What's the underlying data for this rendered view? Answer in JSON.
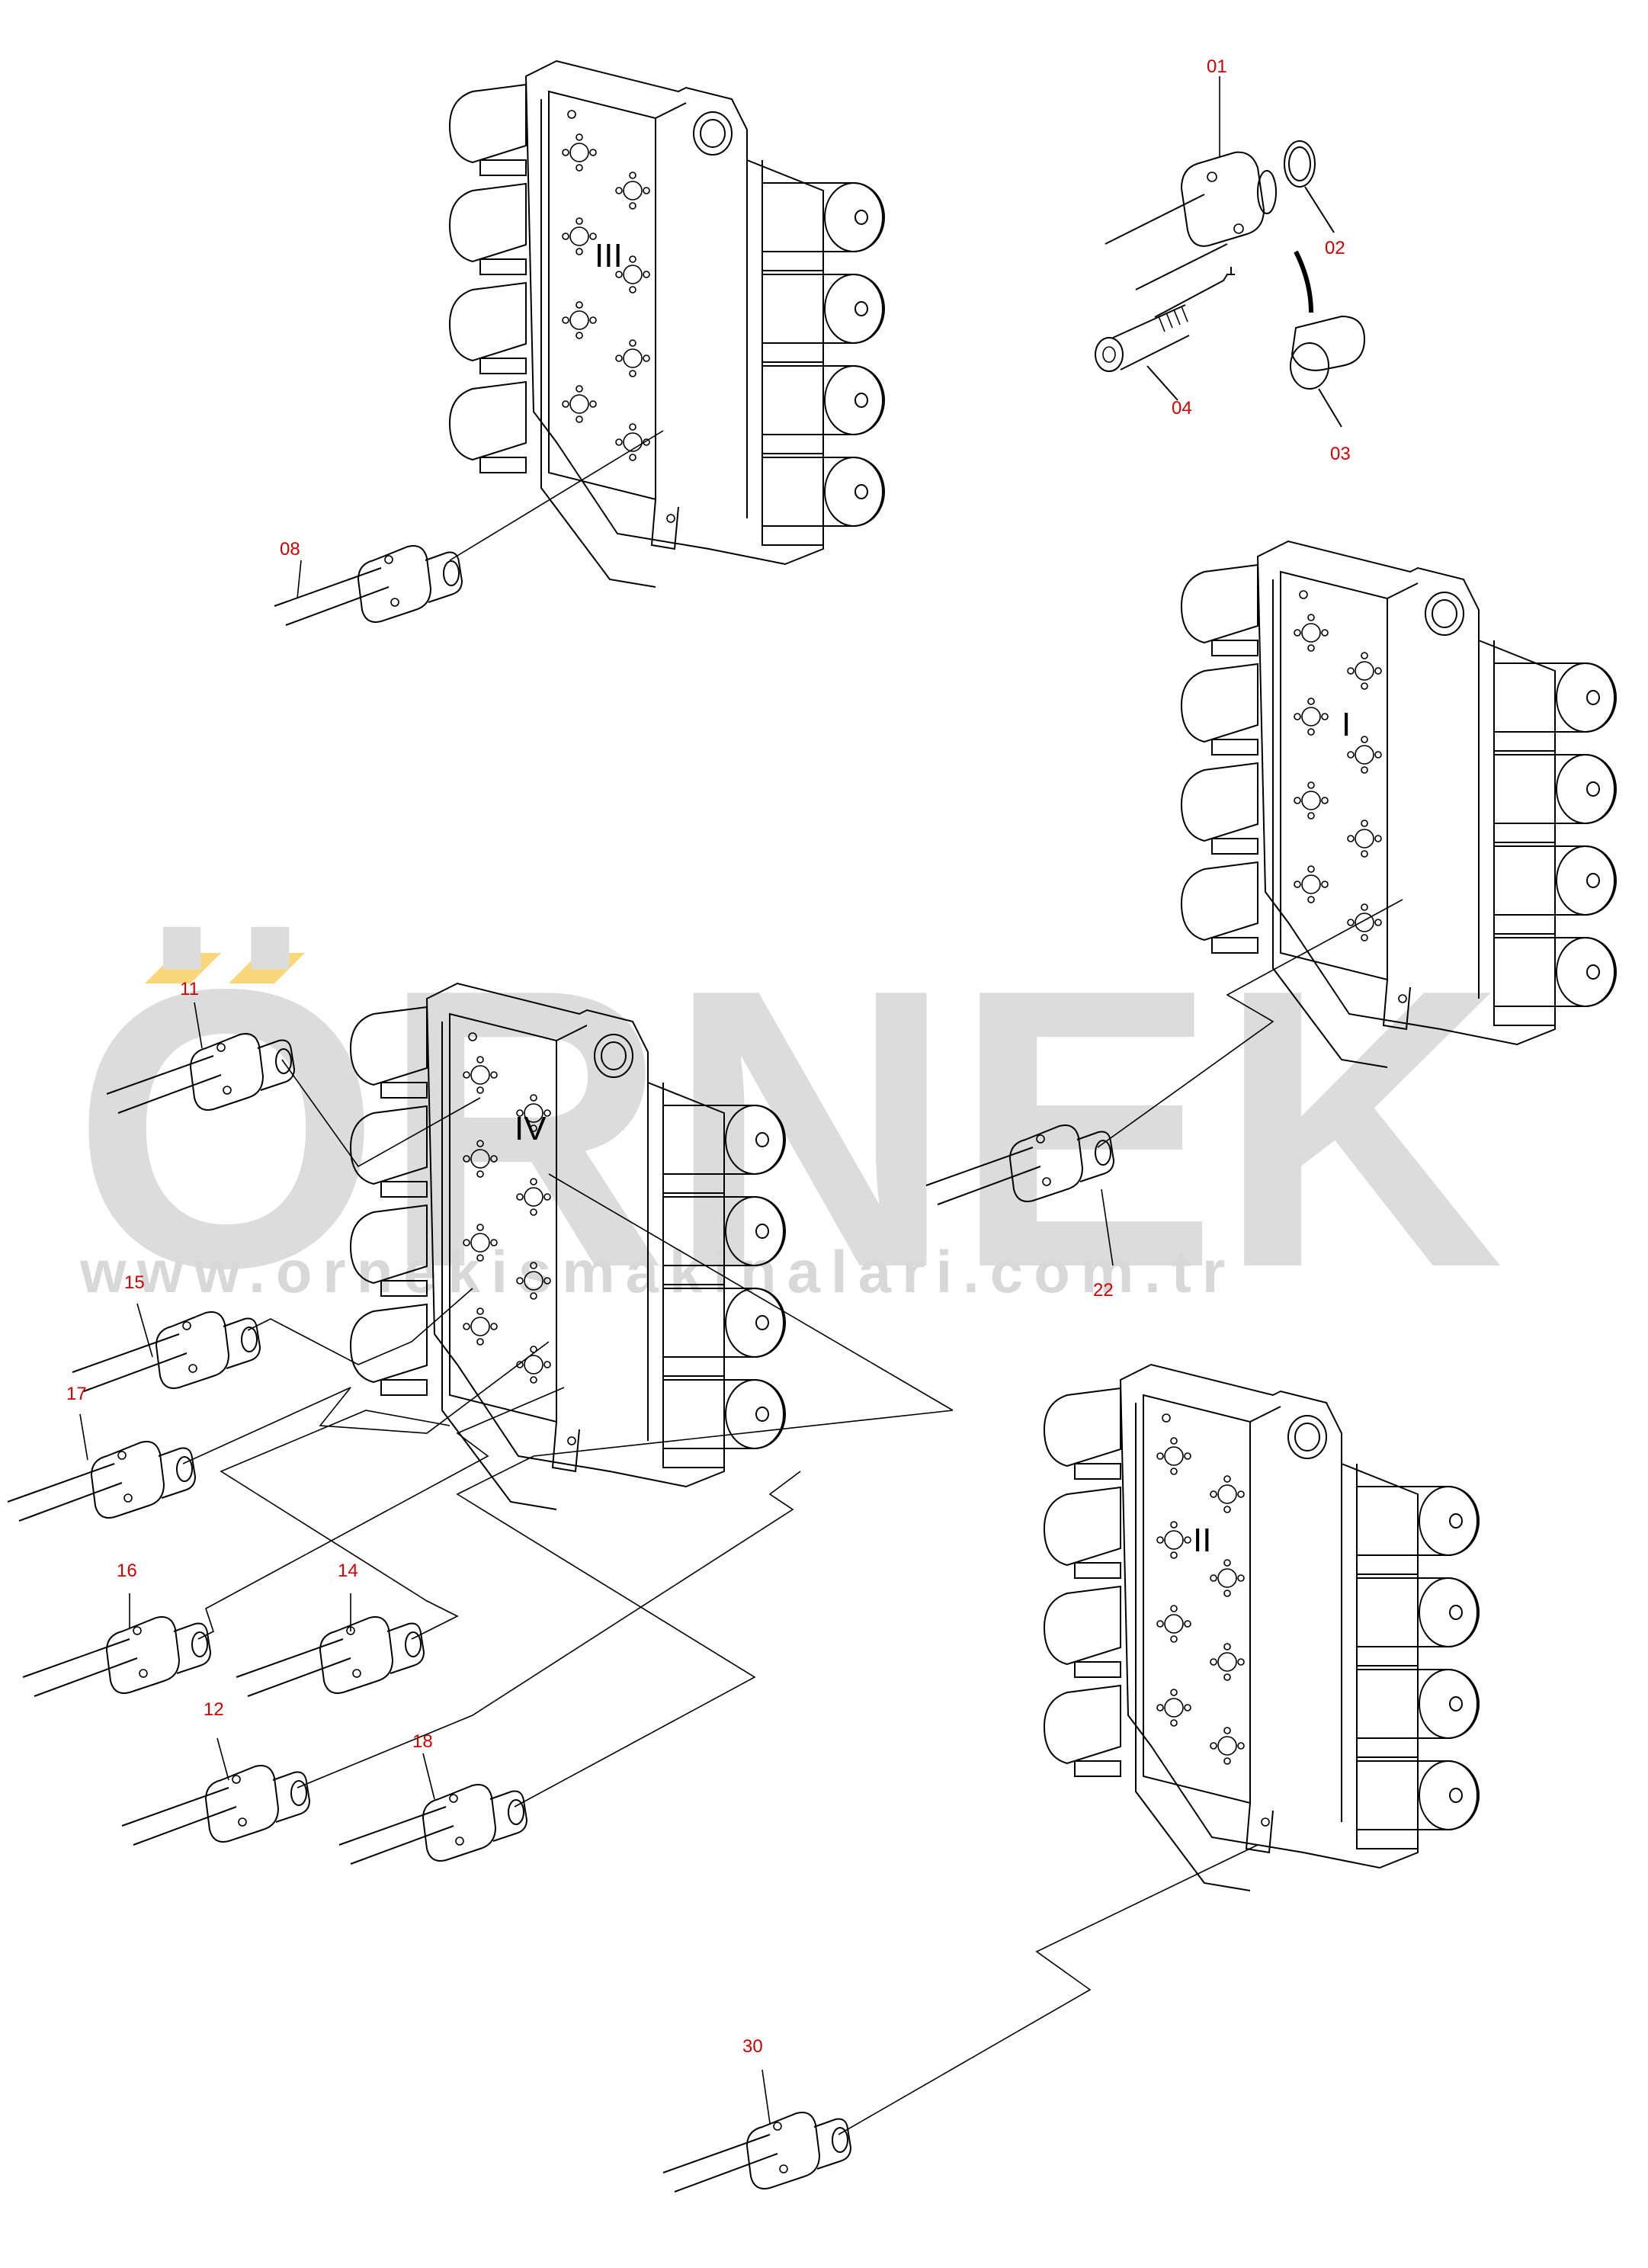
{
  "watermark": {
    "brand": "ÖRNEK",
    "url": "www.ornekismakinalari.com.tr"
  },
  "colors": {
    "label": "#cc0000",
    "line": "#000000",
    "watermark": "#dcdcdc",
    "watermark_accent": "#f5c842"
  },
  "blocks": [
    {
      "id": "III",
      "label": "III"
    },
    {
      "id": "I",
      "label": "I"
    },
    {
      "id": "IV",
      "label": "IV"
    },
    {
      "id": "II",
      "label": "II"
    }
  ],
  "parts": [
    {
      "id": "01",
      "label": "01",
      "kind": "flange-fitting"
    },
    {
      "id": "02",
      "label": "02",
      "kind": "o-ring"
    },
    {
      "id": "03",
      "label": "03",
      "kind": "plug"
    },
    {
      "id": "04",
      "label": "04",
      "kind": "bolt"
    },
    {
      "id": "08",
      "label": "08",
      "kind": "hose"
    },
    {
      "id": "11",
      "label": "11",
      "kind": "hose"
    },
    {
      "id": "22",
      "label": "22",
      "kind": "hose"
    },
    {
      "id": "15",
      "label": "15",
      "kind": "hose"
    },
    {
      "id": "17",
      "label": "17",
      "kind": "hose"
    },
    {
      "id": "16",
      "label": "16",
      "kind": "hose"
    },
    {
      "id": "14",
      "label": "14",
      "kind": "hose"
    },
    {
      "id": "12",
      "label": "12",
      "kind": "hose"
    },
    {
      "id": "18",
      "label": "18",
      "kind": "hose"
    },
    {
      "id": "30",
      "label": "30",
      "kind": "hose"
    }
  ]
}
